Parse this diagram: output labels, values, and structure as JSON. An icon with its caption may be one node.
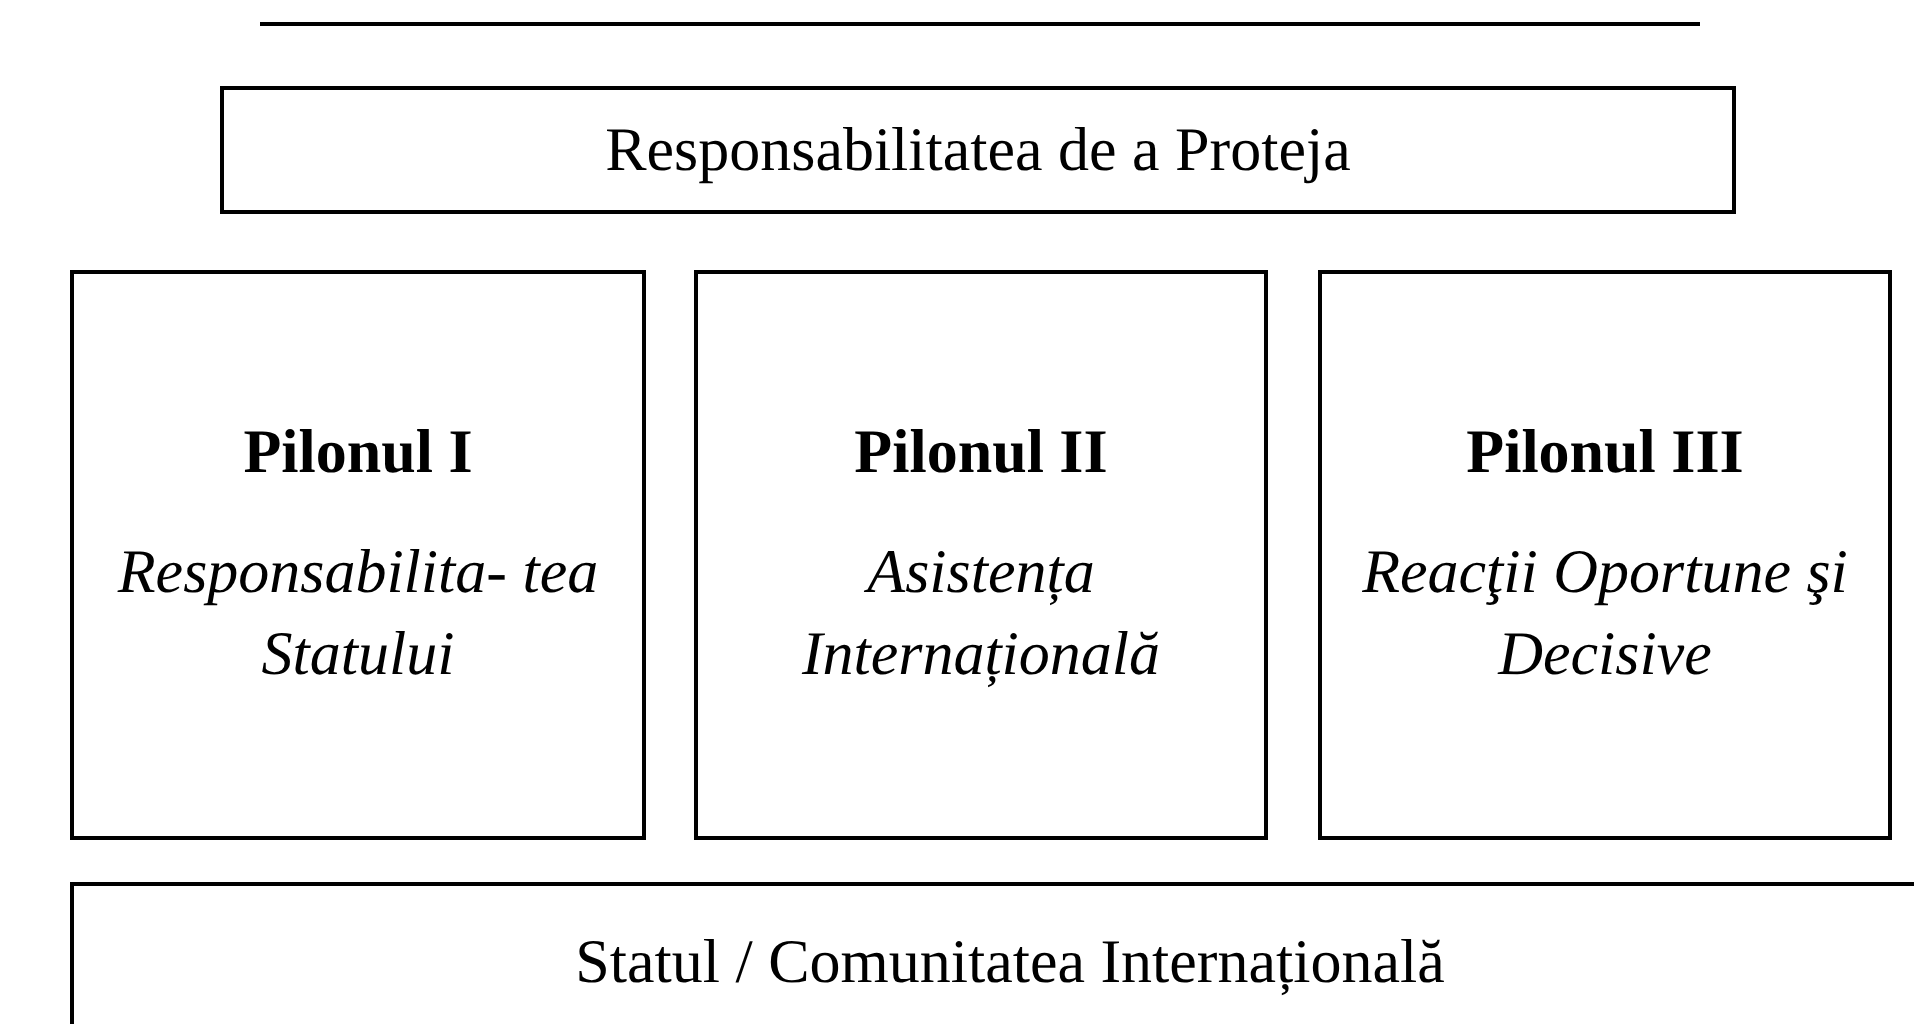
{
  "diagram": {
    "nodes": [
      {
        "text": [
          "Responsabilitatea de a Proteja"
        ]
      },
      {
        "text": [
          "Pilonul I",
          "Responsabilita- tea Statului"
        ]
      },
      {
        "text": [
          "Pilonul II",
          "Asistența Internațională"
        ]
      },
      {
        "text": [
          "Pilonul III",
          "Reacţii Oportune şi Decisive"
        ]
      },
      {
        "text": [
          "Statul / Comunitatea Internațională"
        ]
      }
    ]
  }
}
